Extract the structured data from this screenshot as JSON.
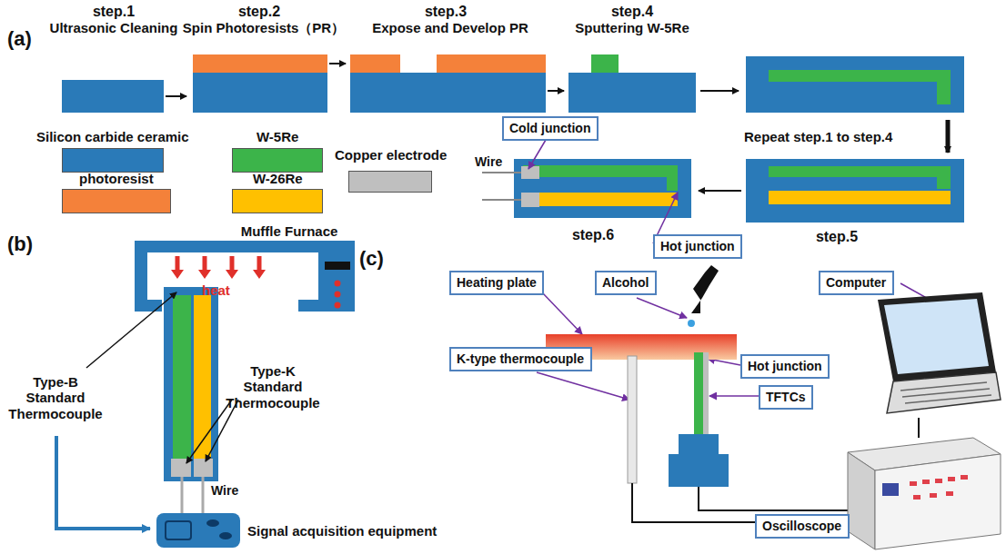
{
  "diagram": {
    "nodes": [
      {
        "text": [
          "Cold junction"
        ]
      },
      {
        "text": [
          "Hot junction"
        ]
      },
      {
        "text": [
          "Heating plate"
        ]
      },
      {
        "text": [
          "Alcohol"
        ]
      },
      {
        "text": [
          "Computer"
        ]
      },
      {
        "text": [
          "K-type thermocouple"
        ]
      },
      {
        "text": [
          "Hot junction"
        ]
      },
      {
        "text": [
          "TFTCs"
        ]
      },
      {
        "text": [
          "Oscilloscope"
        ]
      }
    ],
    "labels": [
      "(a)",
      "step.1",
      "Ultrasonic Cleaning",
      "step.2",
      "Spin Photoresists（PR）",
      "step.3",
      "Expose and Develop PR",
      "step.4",
      "Sputtering W-5Re",
      "Repeat step.1 to step.4",
      "Wire",
      "step.6",
      "step.5",
      "(b)",
      "Muffle Furnace",
      "heat",
      "Type-B Standard Thermocouple",
      "Type-K Standard Thermocouple",
      "Wire",
      "Signal acquisition equipment",
      "(c)"
    ],
    "legend": [
      {
        "text": "Silicon carbide ceramic",
        "color": "#2a7ab8"
      },
      {
        "text": "photoresist",
        "color": "#f4813a"
      },
      {
        "text": "W-5Re",
        "color": "#3cb44a"
      },
      {
        "text": "W-26Re",
        "color": "#ffc000"
      },
      {
        "text": "Copper electrode",
        "color": "#bfbfbf"
      }
    ]
  }
}
